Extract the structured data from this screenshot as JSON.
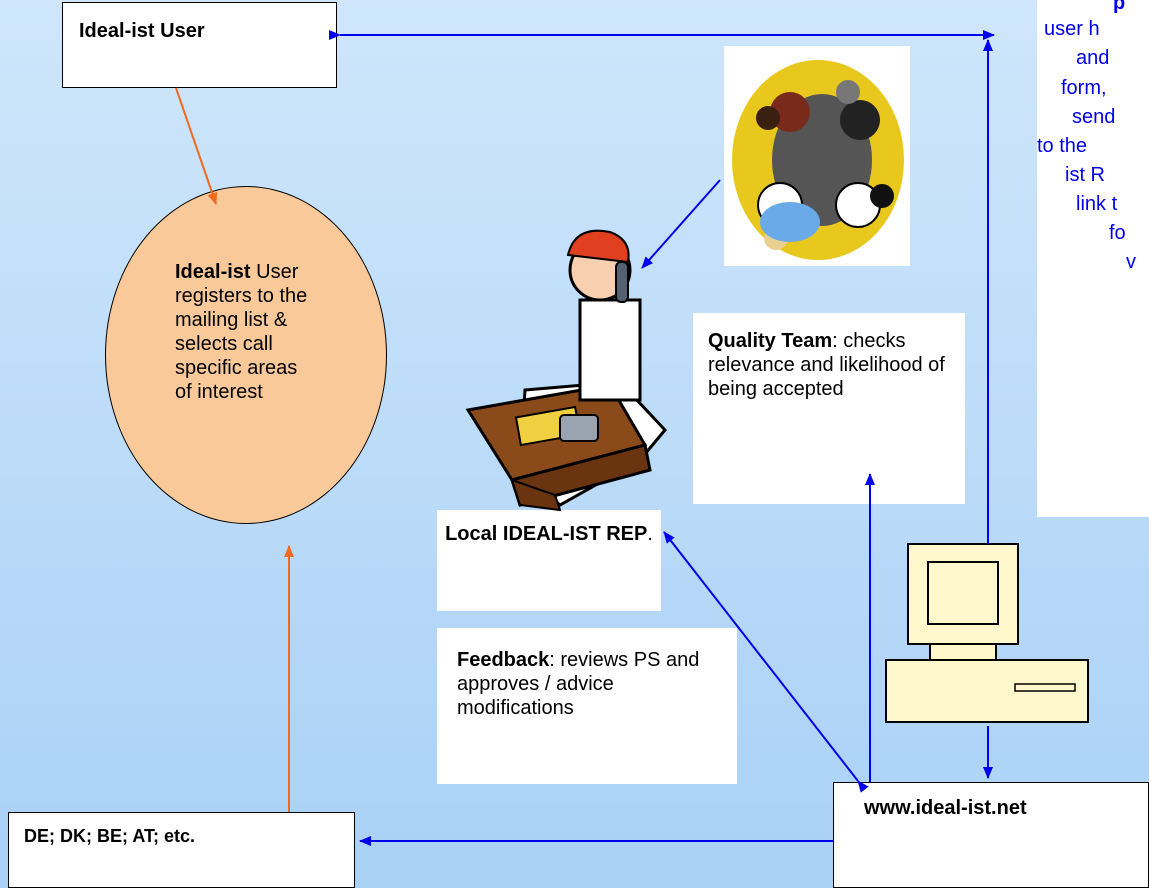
{
  "user_box": {
    "label": "Ideal-ist User"
  },
  "circle": {
    "bold": "Ideal-ist",
    "rest": " User registers to the mailing list & selects call specific areas of interest"
  },
  "quality": {
    "bold": "Quality Team",
    "rest": ": checks relevance and likelihood of being accepted"
  },
  "rep": {
    "bold": "Local IDEAL-IST REP",
    "rest": "."
  },
  "feedback": {
    "bold": "Feedback",
    "rest": ": reviews PS and approves / advice modifications"
  },
  "www": {
    "label": "www.ideal-ist.net"
  },
  "countries": {
    "label": "DE; DK; BE; AT; etc."
  },
  "blue_panel": {
    "lines": [
      "p",
      "user h",
      "and",
      "form,",
      "send",
      "to the",
      "ist R",
      "link t",
      "fo",
      "v"
    ]
  },
  "colors": {
    "arrow_blue": "#0000ee",
    "arrow_orange": "#f06a1e",
    "circle_fill": "#f9c99a"
  }
}
